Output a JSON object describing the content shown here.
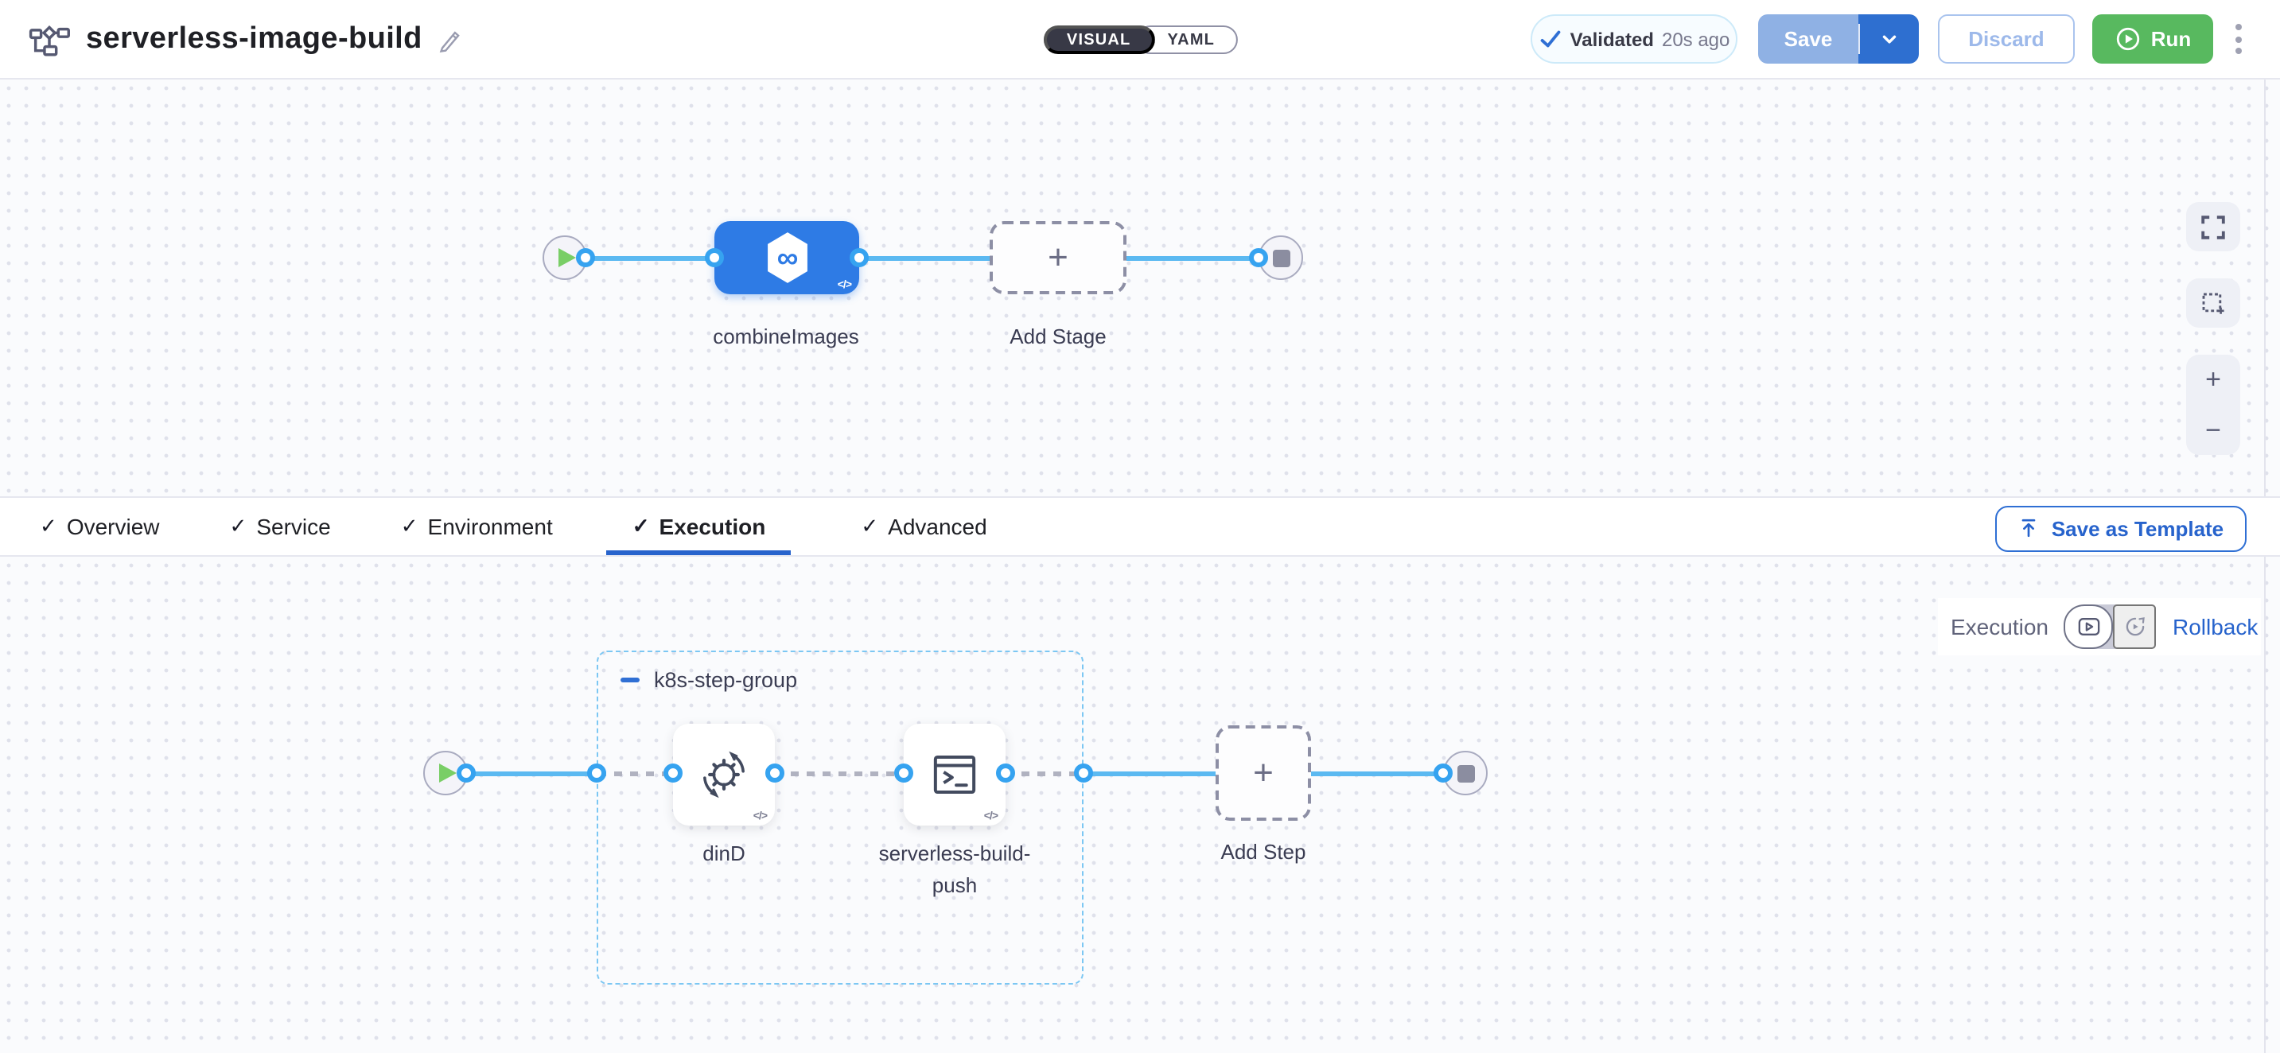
{
  "header": {
    "title": "serverless-image-build",
    "mode_toggle": {
      "visual_label": "VISUAL",
      "yaml_label": "YAML"
    },
    "validated_badge": {
      "label": "Validated",
      "time_ago": "20s ago"
    },
    "save_button": "Save",
    "discard_button": "Discard",
    "run_button": "Run"
  },
  "stage_pipeline": {
    "stage_name": "combineImages",
    "add_stage_label": "Add Stage"
  },
  "tabs": {
    "items": [
      {
        "label": "Overview"
      },
      {
        "label": "Service"
      },
      {
        "label": "Environment"
      },
      {
        "label": "Execution"
      },
      {
        "label": "Advanced"
      }
    ],
    "active_tab": "Execution",
    "save_as_template_label": "Save as Template"
  },
  "execution_bar": {
    "label": "Execution",
    "rollback_label": "Rollback"
  },
  "execution_pipeline": {
    "group_name": "k8s-step-group",
    "step1_name": "dinD",
    "step2_name": "serverless-build-push",
    "add_step_label": "Add Step"
  },
  "icons": {
    "check": "✓",
    "plus": "+",
    "zoom_in": "+",
    "zoom_out": "−",
    "infinity": "∞",
    "code_badge": "</>"
  },
  "colors": {
    "accent_blue": "#2e6fd0",
    "stage_blue": "#2e7be5",
    "run_green": "#58b95f",
    "link_blue": "#2763cc",
    "connector_blue": "#5bb9f1",
    "validated_border": "#cdeaf9",
    "toggle_dark": "#383946"
  }
}
